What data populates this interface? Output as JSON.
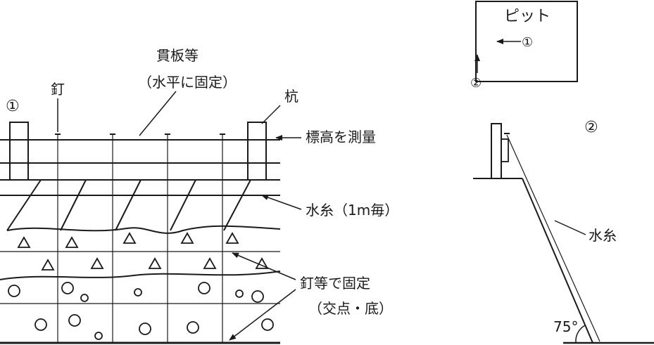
{
  "left_panel": {
    "number": "①",
    "labels": {
      "nail": "釘",
      "board_title": "貫板等",
      "board_sub": "（水平に固定）",
      "stake": "杭",
      "survey": "標高を測量",
      "string": "水糸（1m毎）",
      "fix_title": "釘等で固定",
      "fix_sub": "（交点・底）"
    }
  },
  "pit_inset": {
    "title": "ピット",
    "marker_1": "①",
    "marker_2": "②"
  },
  "right_panel": {
    "number": "②",
    "string_label": "水糸",
    "angle_label": "75°"
  },
  "colors": {
    "ink": "#1a1a1a",
    "background": "#ffffff"
  }
}
